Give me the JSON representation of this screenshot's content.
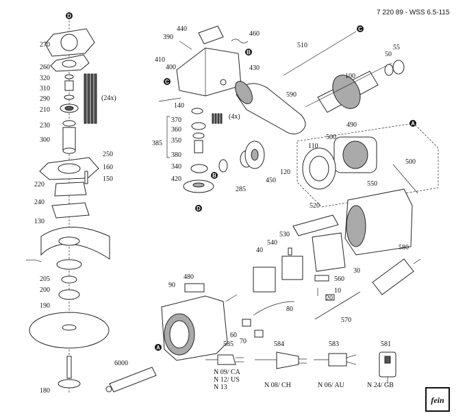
{
  "document_number": "7 220 89 - WSS 6.5-115",
  "part_labels": {
    "p270": "270",
    "p260": "260",
    "p320": "320",
    "p310": "310",
    "p290": "290",
    "p210": "210",
    "p230": "230",
    "p300": "300",
    "p250": "250",
    "p160": "160",
    "p150": "150",
    "p220": "220",
    "p240": "240",
    "p130": "130",
    "p205": "205",
    "p200": "200",
    "p190": "190",
    "p180": "180",
    "p6000": "6000",
    "p24x": "(24x)",
    "p440": "440",
    "p390": "390",
    "p460": "460",
    "p410": "410",
    "p400": "400",
    "p430": "430",
    "p140": "140",
    "p590": "590",
    "p370": "370",
    "p4x": "(4x)",
    "p360": "360",
    "p385": "385",
    "p350": "350",
    "p380": "380",
    "p340": "340",
    "p420": "420",
    "p285": "285",
    "p120": "120",
    "p450": "450",
    "p510": "510",
    "p50": "50",
    "p55": "55",
    "p100": "100",
    "p490": "490",
    "p500a": "500",
    "p110": "110",
    "p500b": "500",
    "p550": "550",
    "p520": "520",
    "p530": "530",
    "p540": "540",
    "p40": "40",
    "p580": "580",
    "p480": "480",
    "p90": "90",
    "p30": "30",
    "p560": "560",
    "p10": "10",
    "p20": "20",
    "p80": "80",
    "p60": "60",
    "p70": "70",
    "p570": "570",
    "p585": "585",
    "p584": "584",
    "p583": "583",
    "p581": "581"
  },
  "reference_markers": {
    "D": "D",
    "C": "C",
    "B": "B",
    "A": "A"
  },
  "plug_variants": {
    "ca_us": [
      "N 09/ CA",
      "N 12/ US",
      "N 13"
    ],
    "ch": "N 08/ CH",
    "au": "N 06/ AU",
    "gb": "N 24/ GB"
  },
  "logo_text": "fein"
}
